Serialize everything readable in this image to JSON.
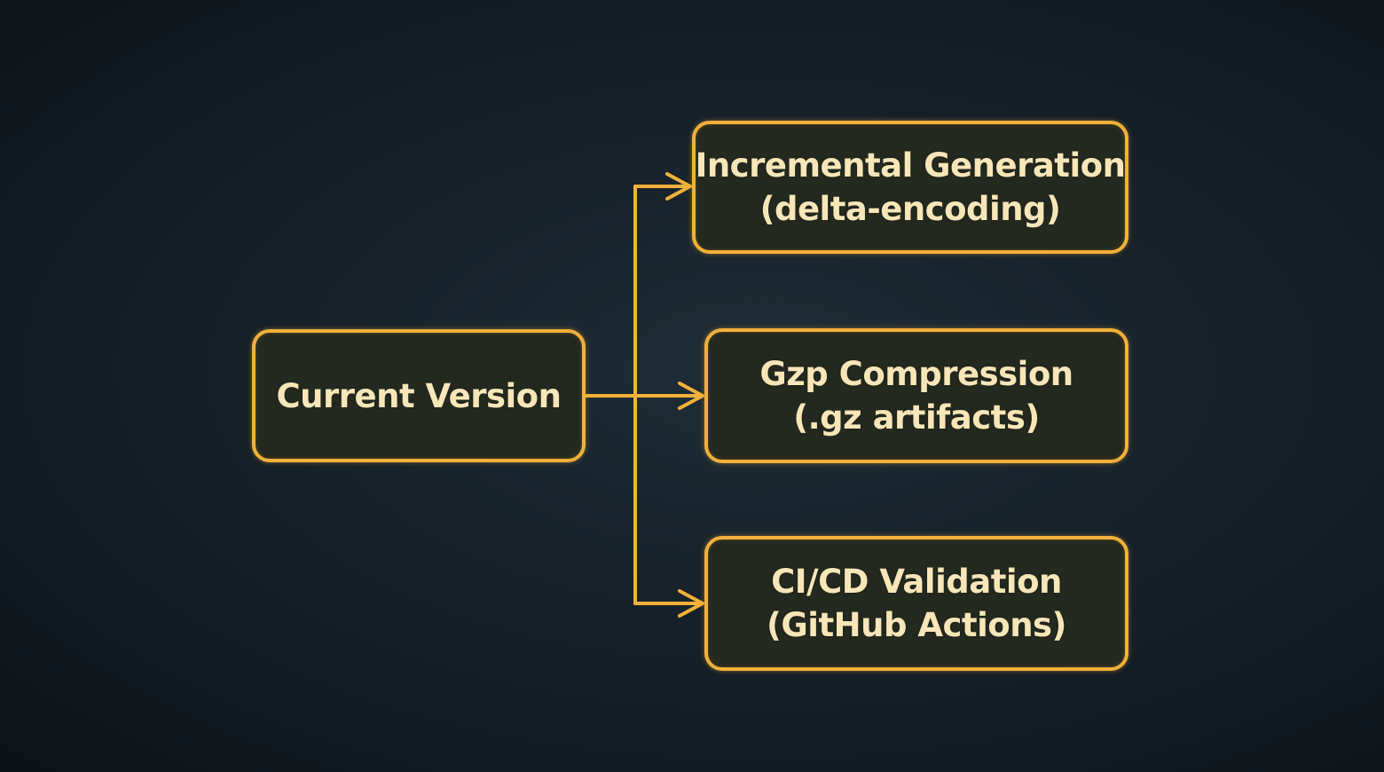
{
  "diagram": {
    "source": {
      "label": "Current Version"
    },
    "targets": [
      {
        "line1": "Incremental Generation",
        "line2": "(delta-encoding)"
      },
      {
        "line1": "Gzp Compression",
        "line2": "(.gz artifacts)"
      },
      {
        "line1": "CI/CD Validation",
        "line2": "(GitHub Actions)"
      }
    ]
  },
  "colors": {
    "background": "#15202a",
    "stroke": "#f2b13a",
    "box_fill": "#24291f",
    "text": "#f7e6b8"
  }
}
